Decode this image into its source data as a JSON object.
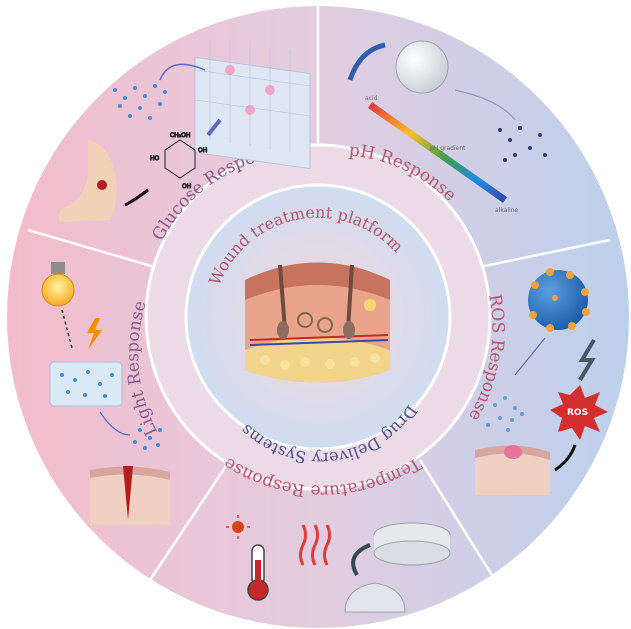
{
  "center": {
    "outer_label": "Wound treatment platform",
    "inner_label": "Drug Delivery Systems"
  },
  "sectors": [
    {
      "id": "glucose",
      "label": "Glucose Response"
    },
    {
      "id": "ph",
      "label": "pH Response"
    },
    {
      "id": "ros",
      "label": "ROS Response"
    },
    {
      "id": "temperature",
      "label": "Temperature Response"
    },
    {
      "id": "light",
      "label": "Light Response"
    }
  ],
  "icons": {
    "ph_bar_top": "acid",
    "ph_bar_mid": "pH gradient",
    "ph_bar_bottom": "alkaline",
    "ros_badge": "ROS",
    "glucose_oh": "OH",
    "glucose_ch2oh": "CH₂OH",
    "glucose_ho": "HO"
  },
  "colors": {
    "pink": "#f1c6d3",
    "blue": "#c7d6ee",
    "label_purple": "#6a4e9a",
    "label_red": "#b8566e"
  }
}
